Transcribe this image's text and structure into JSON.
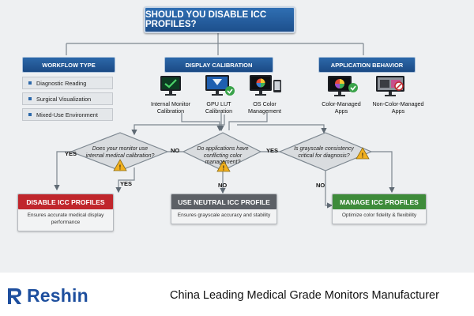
{
  "title": "SHOULD YOU DISABLE ICC PROFILES?",
  "columns": {
    "workflow": "WORKFLOW TYPE",
    "calibration": "DISPLAY CALIBRATION",
    "application": "APPLICATION BEHAVIOR"
  },
  "workflow_items": [
    "Diagnostic Reading",
    "Surgical Visualization",
    "Mixed-Use Environment"
  ],
  "calibration_items": [
    {
      "label1": "Internal Monitor",
      "label2": "Calibration"
    },
    {
      "label1": "GPU LUT",
      "label2": "Calibration"
    },
    {
      "label1": "OS Color",
      "label2": "Management"
    }
  ],
  "application_items": [
    {
      "label1": "Color-Managed",
      "label2": "Apps"
    },
    {
      "label1": "Non-Color-Managed",
      "label2": "Apps"
    }
  ],
  "decisions": [
    {
      "line1": "Does your monitor use",
      "line2": "internal medical calibration?"
    },
    {
      "line1": "Do applications have",
      "line2": "conflicting color management?"
    },
    {
      "line1": "Is grayscale consistency",
      "line2": "critical for diagnosis?"
    }
  ],
  "branch_labels": {
    "yes": "YES",
    "no": "NO"
  },
  "results": [
    {
      "title": "DISABLE ICC PROFILES",
      "line1": "Ensures accurate medical display",
      "line2": "performance",
      "color": "#c0262c"
    },
    {
      "title": "USE NEUTRAL ICC PROFILE",
      "line1": "Ensures grayscale accuracy and stability",
      "line2": "",
      "color": "#5c6066"
    },
    {
      "title": "MANAGE ICC PROFILES",
      "line1": "Optimize color fidelity & flexibility",
      "line2": "",
      "color": "#3e8b3a"
    }
  ],
  "footer": {
    "brand": "Reshin",
    "tagline": "China Leading Medical Grade Monitors Manufacturer"
  },
  "colors": {
    "primary_blue": "#1d4f8c",
    "warning": "#f2b01e",
    "check_green": "#3aa34a"
  }
}
